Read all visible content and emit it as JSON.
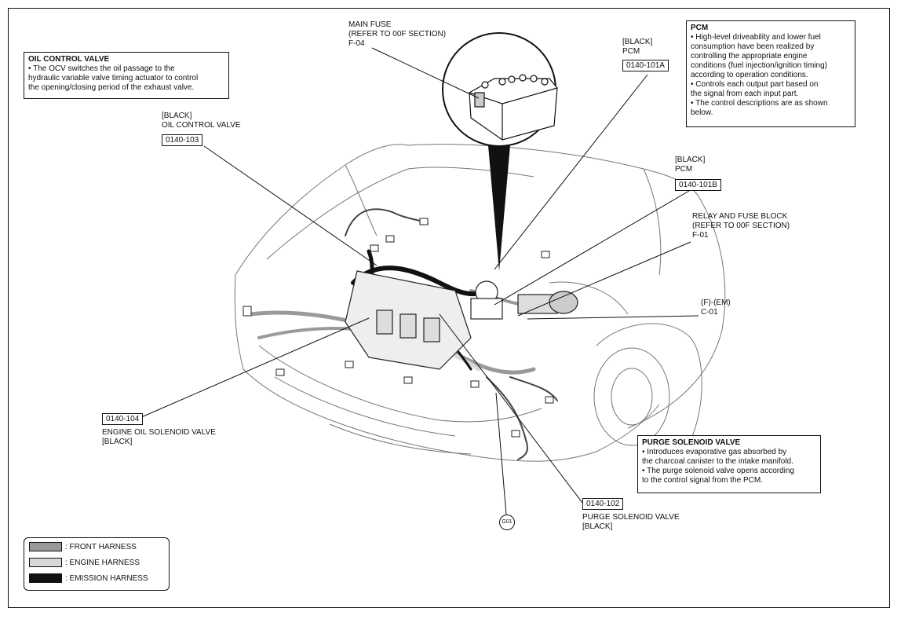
{
  "callouts": {
    "main_fuse": [
      "MAIN FUSE",
      "(REFER TO 00F SECTION)",
      "F-04"
    ],
    "pcm_a": {
      "lines": [
        "[BLACK]",
        "PCM"
      ],
      "code": "0140-101A"
    },
    "ocv": {
      "lines": [
        "[BLACK]",
        "OIL CONTROL VALVE"
      ],
      "code": "0140-103"
    },
    "pcm_b": {
      "lines": [
        "[BLACK]",
        "PCM"
      ],
      "code": "0140-101B"
    },
    "relay_block": [
      "RELAY AND FUSE BLOCK",
      "(REFER TO 00F SECTION)",
      "F-01"
    ],
    "fem": [
      "(F)-(EM)",
      "C-01"
    ],
    "eosv": {
      "code": "0140-104",
      "lines": [
        "ENGINE OIL SOLENOID VALVE",
        "[BLACK]"
      ]
    },
    "psv": {
      "code": "0140-102",
      "lines": [
        "PURGE SOLENOID VALVE",
        "[BLACK]"
      ]
    },
    "ground": "G01"
  },
  "info_boxes": {
    "ocv": {
      "title": "OIL CONTROL VALVE",
      "lines": [
        "• The OCV switches the oil passage to the",
        "hydraulic variable valve timing actuator to control",
        "the opening/closing period of the exhaust valve."
      ]
    },
    "pcm": {
      "title": "PCM",
      "lines": [
        "• High-level driveability and lower fuel",
        "consumption have been realized by",
        "controlling the appropriate engine",
        "conditions (fuel injection/ignition timing)",
        "according to operation conditions.",
        "• Controls each output part based on",
        "the signal from each input part.",
        "• The control descriptions are as shown",
        "below."
      ]
    },
    "psv": {
      "title": "PURGE SOLENOID VALVE",
      "lines": [
        "• Introduces evaporative gas absorbed by",
        "the charcoal canister to the intake manifold.",
        "• The purge solenoid valve opens according",
        "to the control signal from the PCM."
      ]
    }
  },
  "legend": [
    {
      "label": ": FRONT HARNESS",
      "color": "#9a9a9a"
    },
    {
      "label": ": ENGINE HARNESS",
      "color": "#d8d8d8"
    },
    {
      "label": ": EMISSION HARNESS",
      "color": "#111111"
    }
  ]
}
